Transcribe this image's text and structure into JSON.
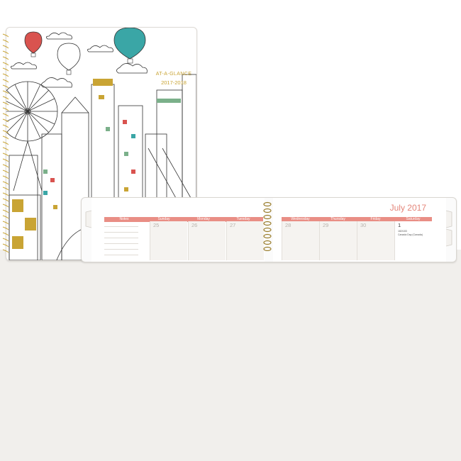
{
  "cover": {
    "brand": "AT-A-GLANCE",
    "year": "2017-2018",
    "palette": {
      "gold": "#c9a434",
      "teal": "#3aa6a6",
      "red": "#d9534f",
      "green": "#7bb08a",
      "line": "#333333"
    }
  },
  "spread": {
    "month_title": "July 2017",
    "left_headers": [
      "Notes",
      "Sunday",
      "Monday",
      "Tuesday"
    ],
    "right_headers": [
      "Wednesday",
      "Thursday",
      "Friday",
      "Saturday"
    ],
    "left_days": [
      "25",
      "26",
      "27"
    ],
    "right_days": [
      "28",
      "29",
      "30",
      "1"
    ],
    "saturday_note": "182/183\nCanada Day (Canada)",
    "header_color": "#e98e85"
  },
  "background": {
    "lower_color": "#f1efec"
  }
}
